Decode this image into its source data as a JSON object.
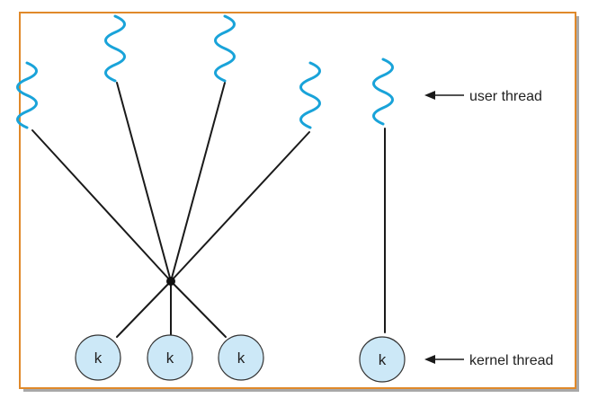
{
  "labels": {
    "user_thread": "user thread",
    "kernel_thread": "kernel thread"
  },
  "kernel_nodes": [
    {
      "label": "k"
    },
    {
      "label": "k"
    },
    {
      "label": "k"
    },
    {
      "label": "k"
    }
  ],
  "colors": {
    "frame_border": "#e0892a",
    "frame_shadow": "#a8a8a8",
    "user_thread_wave": "#19a3d9",
    "kernel_node_fill": "#cce8f7",
    "kernel_node_stroke": "#333333",
    "connector_line": "#1a1a1a",
    "text": "#222222"
  },
  "icons": {
    "user_thread": "wavy-thread-icon",
    "arrow": "arrow-left-icon"
  }
}
